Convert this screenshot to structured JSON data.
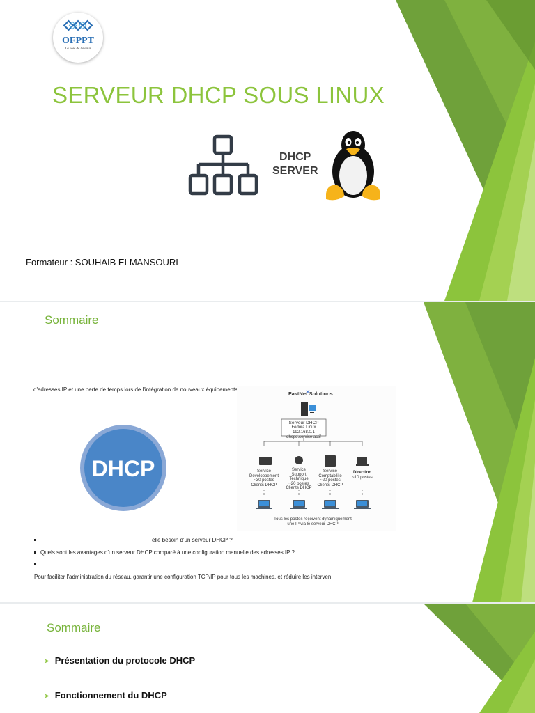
{
  "slide1": {
    "logo_text": "OFPPT",
    "logo_tagline": "La voie de l'avenir",
    "title": "SERVEUR DHCP SOUS LINUX",
    "dhcp_server_line1": "DHCP",
    "dhcp_server_line2": "SERVER",
    "formateur": "Formateur : SOUHAIB ELMANSOURI"
  },
  "slide2": {
    "title": "Sommaire",
    "intro": "d'adresses IP et une perte de temps lors de l'intégration de nouveaux équipements.",
    "dhcp_logo": "DHCP",
    "diagram": {
      "company": "FastNet Solutions",
      "server_line1": "Serveur DHCP",
      "server_line2": "Fedora Linux",
      "server_line3": "192.168.0.1",
      "server_line4": "dhcpd.service actif",
      "departments": [
        {
          "line1": "Service",
          "line2": "Développement",
          "line3": "~30 postes",
          "line4": "Clients DHCP"
        },
        {
          "line1": "Service",
          "line2": "Support",
          "line3": "Technique",
          "line4": "~20 postes",
          "line5": "Clients DHCP"
        },
        {
          "line1": "Service",
          "line2": "Comptabilité",
          "line3": "~20 postes",
          "line4": "Clients DHCP"
        },
        {
          "line1": "Direction",
          "line2": "~10 postes"
        }
      ],
      "footer_line1": "Tous les postes reçoivent dynamiquement",
      "footer_line2": "une IP via le serveur DHCP"
    },
    "bullets": [
      "elle besoin d'un serveur DHCP ?",
      "Quels sont les avantages d'un serveur DHCP comparé à une configuration manuelle des adresses IP ?",
      ""
    ],
    "conclusion": "Pour faciliter l'administration du réseau, garantir une configuration  TCP/IP pour tous les machines, et réduire les interven"
  },
  "slide3": {
    "title": "Sommaire",
    "items": [
      "Présentation du protocole DHCP",
      "Fonctionnement du DHCP"
    ]
  },
  "colors": {
    "accent_green": "#8cc43c",
    "title_green": "#77b33a",
    "dhcp_blue": "#4a86c8"
  }
}
